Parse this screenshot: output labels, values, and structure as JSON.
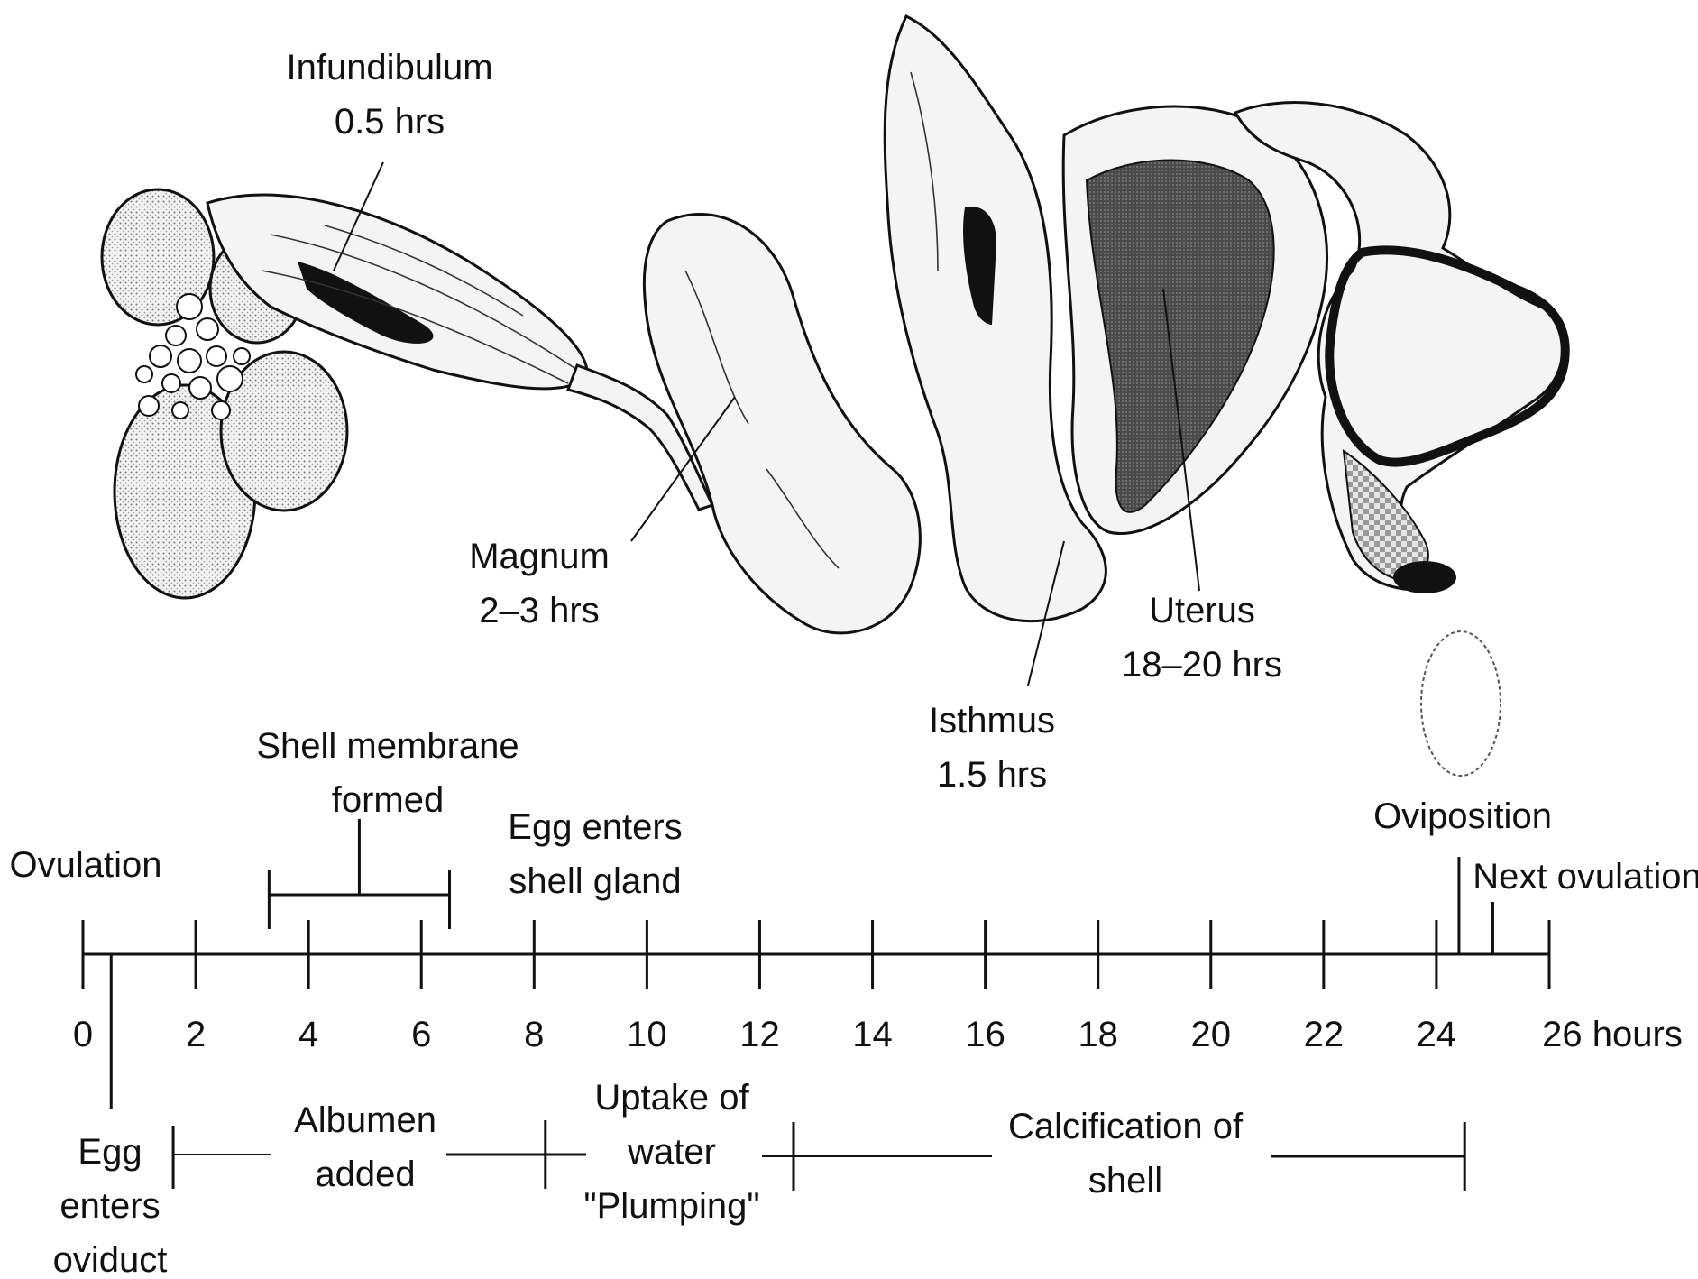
{
  "colors": {
    "ink": "#111111",
    "paper": "#ffffff",
    "stipple": "#bdbdbd",
    "dark": "#2a2a2a"
  },
  "anatomy": {
    "infundibulum": {
      "name": "Infundibulum",
      "time": "0.5 hrs"
    },
    "magnum": {
      "name": "Magnum",
      "time": "2–3 hrs"
    },
    "isthmus": {
      "name": "Isthmus",
      "time": "1.5 hrs"
    },
    "uterus": {
      "name": "Uterus",
      "time": "18–20 hrs"
    }
  },
  "timeline": {
    "ticks": [
      "0",
      "2",
      "4",
      "6",
      "8",
      "10",
      "12",
      "14",
      "16",
      "18",
      "20",
      "22",
      "24",
      "26 hours"
    ],
    "tick_values": [
      0,
      2,
      4,
      6,
      8,
      10,
      12,
      14,
      16,
      18,
      20,
      22,
      24,
      26
    ],
    "axis_range": [
      0,
      26
    ],
    "events_above": {
      "ovulation": "Ovulation",
      "shell_membrane": {
        "line1": "Shell membrane",
        "line2": "formed",
        "start": 3.3,
        "end": 6.5
      },
      "egg_enters_shell_gland": {
        "line1": "Egg enters",
        "line2": "shell gland",
        "at": 6.5
      },
      "oviposition": {
        "label": "Oviposition",
        "at": 24.4
      },
      "next_ovulation": {
        "label": "Next ovulation",
        "at": 25
      }
    },
    "events_below": {
      "egg_enters_oviduct": {
        "line1": "Egg",
        "line2": "enters",
        "line3": "oviduct",
        "at": 0.5
      },
      "albumen_added": {
        "line1": "Albumen",
        "line2": "added",
        "start": 1.6,
        "end": 8.2
      },
      "uptake_of_water": {
        "line1": "Uptake of",
        "line2": "water",
        "line3": "\"Plumping\""
      },
      "calcification": {
        "line1": "Calcification of",
        "line2": "shell",
        "start": 12.6,
        "end": 24.5
      }
    }
  }
}
